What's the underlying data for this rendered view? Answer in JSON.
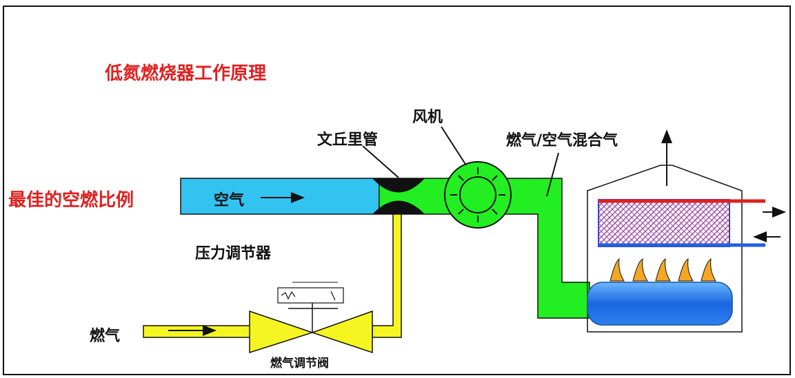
{
  "title": "低氮燃烧器工作原理",
  "ratio_label": "最佳的空燃比例",
  "labels": {
    "air": "空气",
    "venturi": "文丘里管",
    "fan": "风机",
    "mix": "燃气/空气混合气",
    "regulator": "压力调节器",
    "gas": "燃气",
    "valve": "燃气调节阀"
  },
  "colors": {
    "air_pipe": "#33c3f0",
    "mix_pipe": "#22ee22",
    "gas_pipe": "#f5f522",
    "title_red": "#e02020"
  }
}
